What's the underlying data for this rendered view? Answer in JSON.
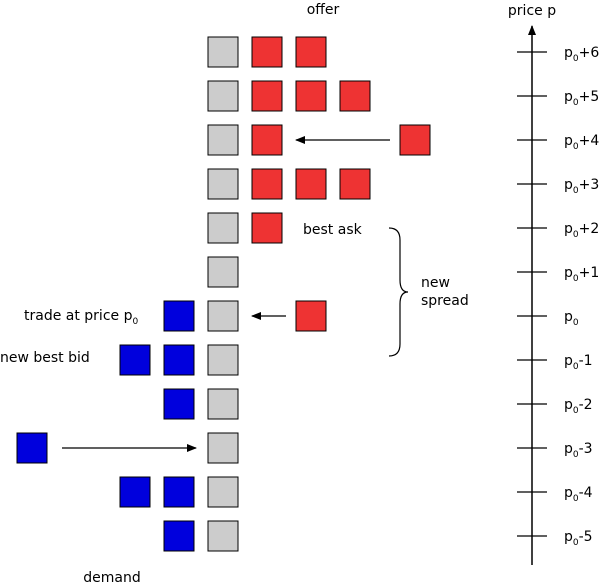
{
  "labels": {
    "offer": "offer",
    "demand": "demand",
    "axis": "price p",
    "best_ask": "best ask",
    "new_spread_1": "new",
    "new_spread_2": "spread",
    "trade_prefix": "trade at price p",
    "trade_sub": "0",
    "new_best_bid": "new best bid"
  },
  "price_levels": [
    {
      "offset": 6,
      "base": "p",
      "sub": "0",
      "suffix": "+6"
    },
    {
      "offset": 5,
      "base": "p",
      "sub": "0",
      "suffix": "+5"
    },
    {
      "offset": 4,
      "base": "p",
      "sub": "0",
      "suffix": "+4"
    },
    {
      "offset": 3,
      "base": "p",
      "sub": "0",
      "suffix": "+3"
    },
    {
      "offset": 2,
      "base": "p",
      "sub": "0",
      "suffix": "+2"
    },
    {
      "offset": 1,
      "base": "p",
      "sub": "0",
      "suffix": "+1"
    },
    {
      "offset": 0,
      "base": "p",
      "sub": "0",
      "suffix": ""
    },
    {
      "offset": -1,
      "base": "p",
      "sub": "0",
      "suffix": "-1"
    },
    {
      "offset": -2,
      "base": "p",
      "sub": "0",
      "suffix": "-2"
    },
    {
      "offset": -3,
      "base": "p",
      "sub": "0",
      "suffix": "-3"
    },
    {
      "offset": -4,
      "base": "p",
      "sub": "0",
      "suffix": "-4"
    },
    {
      "offset": -5,
      "base": "p",
      "sub": "0",
      "suffix": "-5"
    }
  ],
  "book": [
    {
      "offset": 6,
      "asks": 2,
      "bids": 0
    },
    {
      "offset": 5,
      "asks": 3,
      "bids": 0
    },
    {
      "offset": 4,
      "asks": 1,
      "bids": 0
    },
    {
      "offset": 3,
      "asks": 3,
      "bids": 0
    },
    {
      "offset": 2,
      "asks": 1,
      "bids": 0
    },
    {
      "offset": 1,
      "asks": 0,
      "bids": 0
    },
    {
      "offset": 0,
      "asks": 0,
      "bids": 1
    },
    {
      "offset": -1,
      "asks": 0,
      "bids": 2
    },
    {
      "offset": -2,
      "asks": 0,
      "bids": 1
    },
    {
      "offset": -3,
      "asks": 0,
      "bids": 0
    },
    {
      "offset": -4,
      "asks": 0,
      "bids": 2
    },
    {
      "offset": -5,
      "asks": 0,
      "bids": 1
    }
  ],
  "incoming_orders": [
    {
      "side": "ask",
      "offset": 4
    },
    {
      "side": "ask",
      "offset": 0
    },
    {
      "side": "bid",
      "offset": -3
    }
  ],
  "colors": {
    "ask": "#ee3333",
    "bid": "#0000dd",
    "slot": "#cccccc",
    "stroke": "#000000"
  }
}
